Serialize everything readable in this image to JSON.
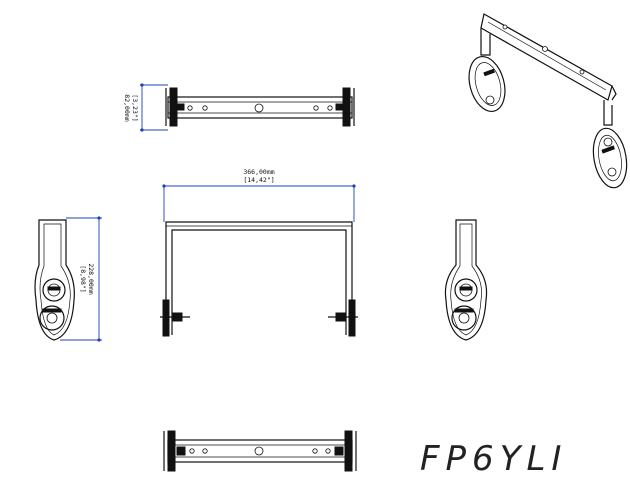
{
  "dimensions": {
    "height_top": {
      "mm": "82,00mm",
      "inch": "[3,23\"]"
    },
    "width_front": {
      "mm": "366,00mm",
      "inch": "[14,42\"]"
    },
    "height_side": {
      "mm": "228,00mm",
      "inch": "[8,98\"]"
    }
  },
  "model": "FP6YLI",
  "colors": {
    "dimension": "#1f3fbf",
    "line": "#111111"
  }
}
